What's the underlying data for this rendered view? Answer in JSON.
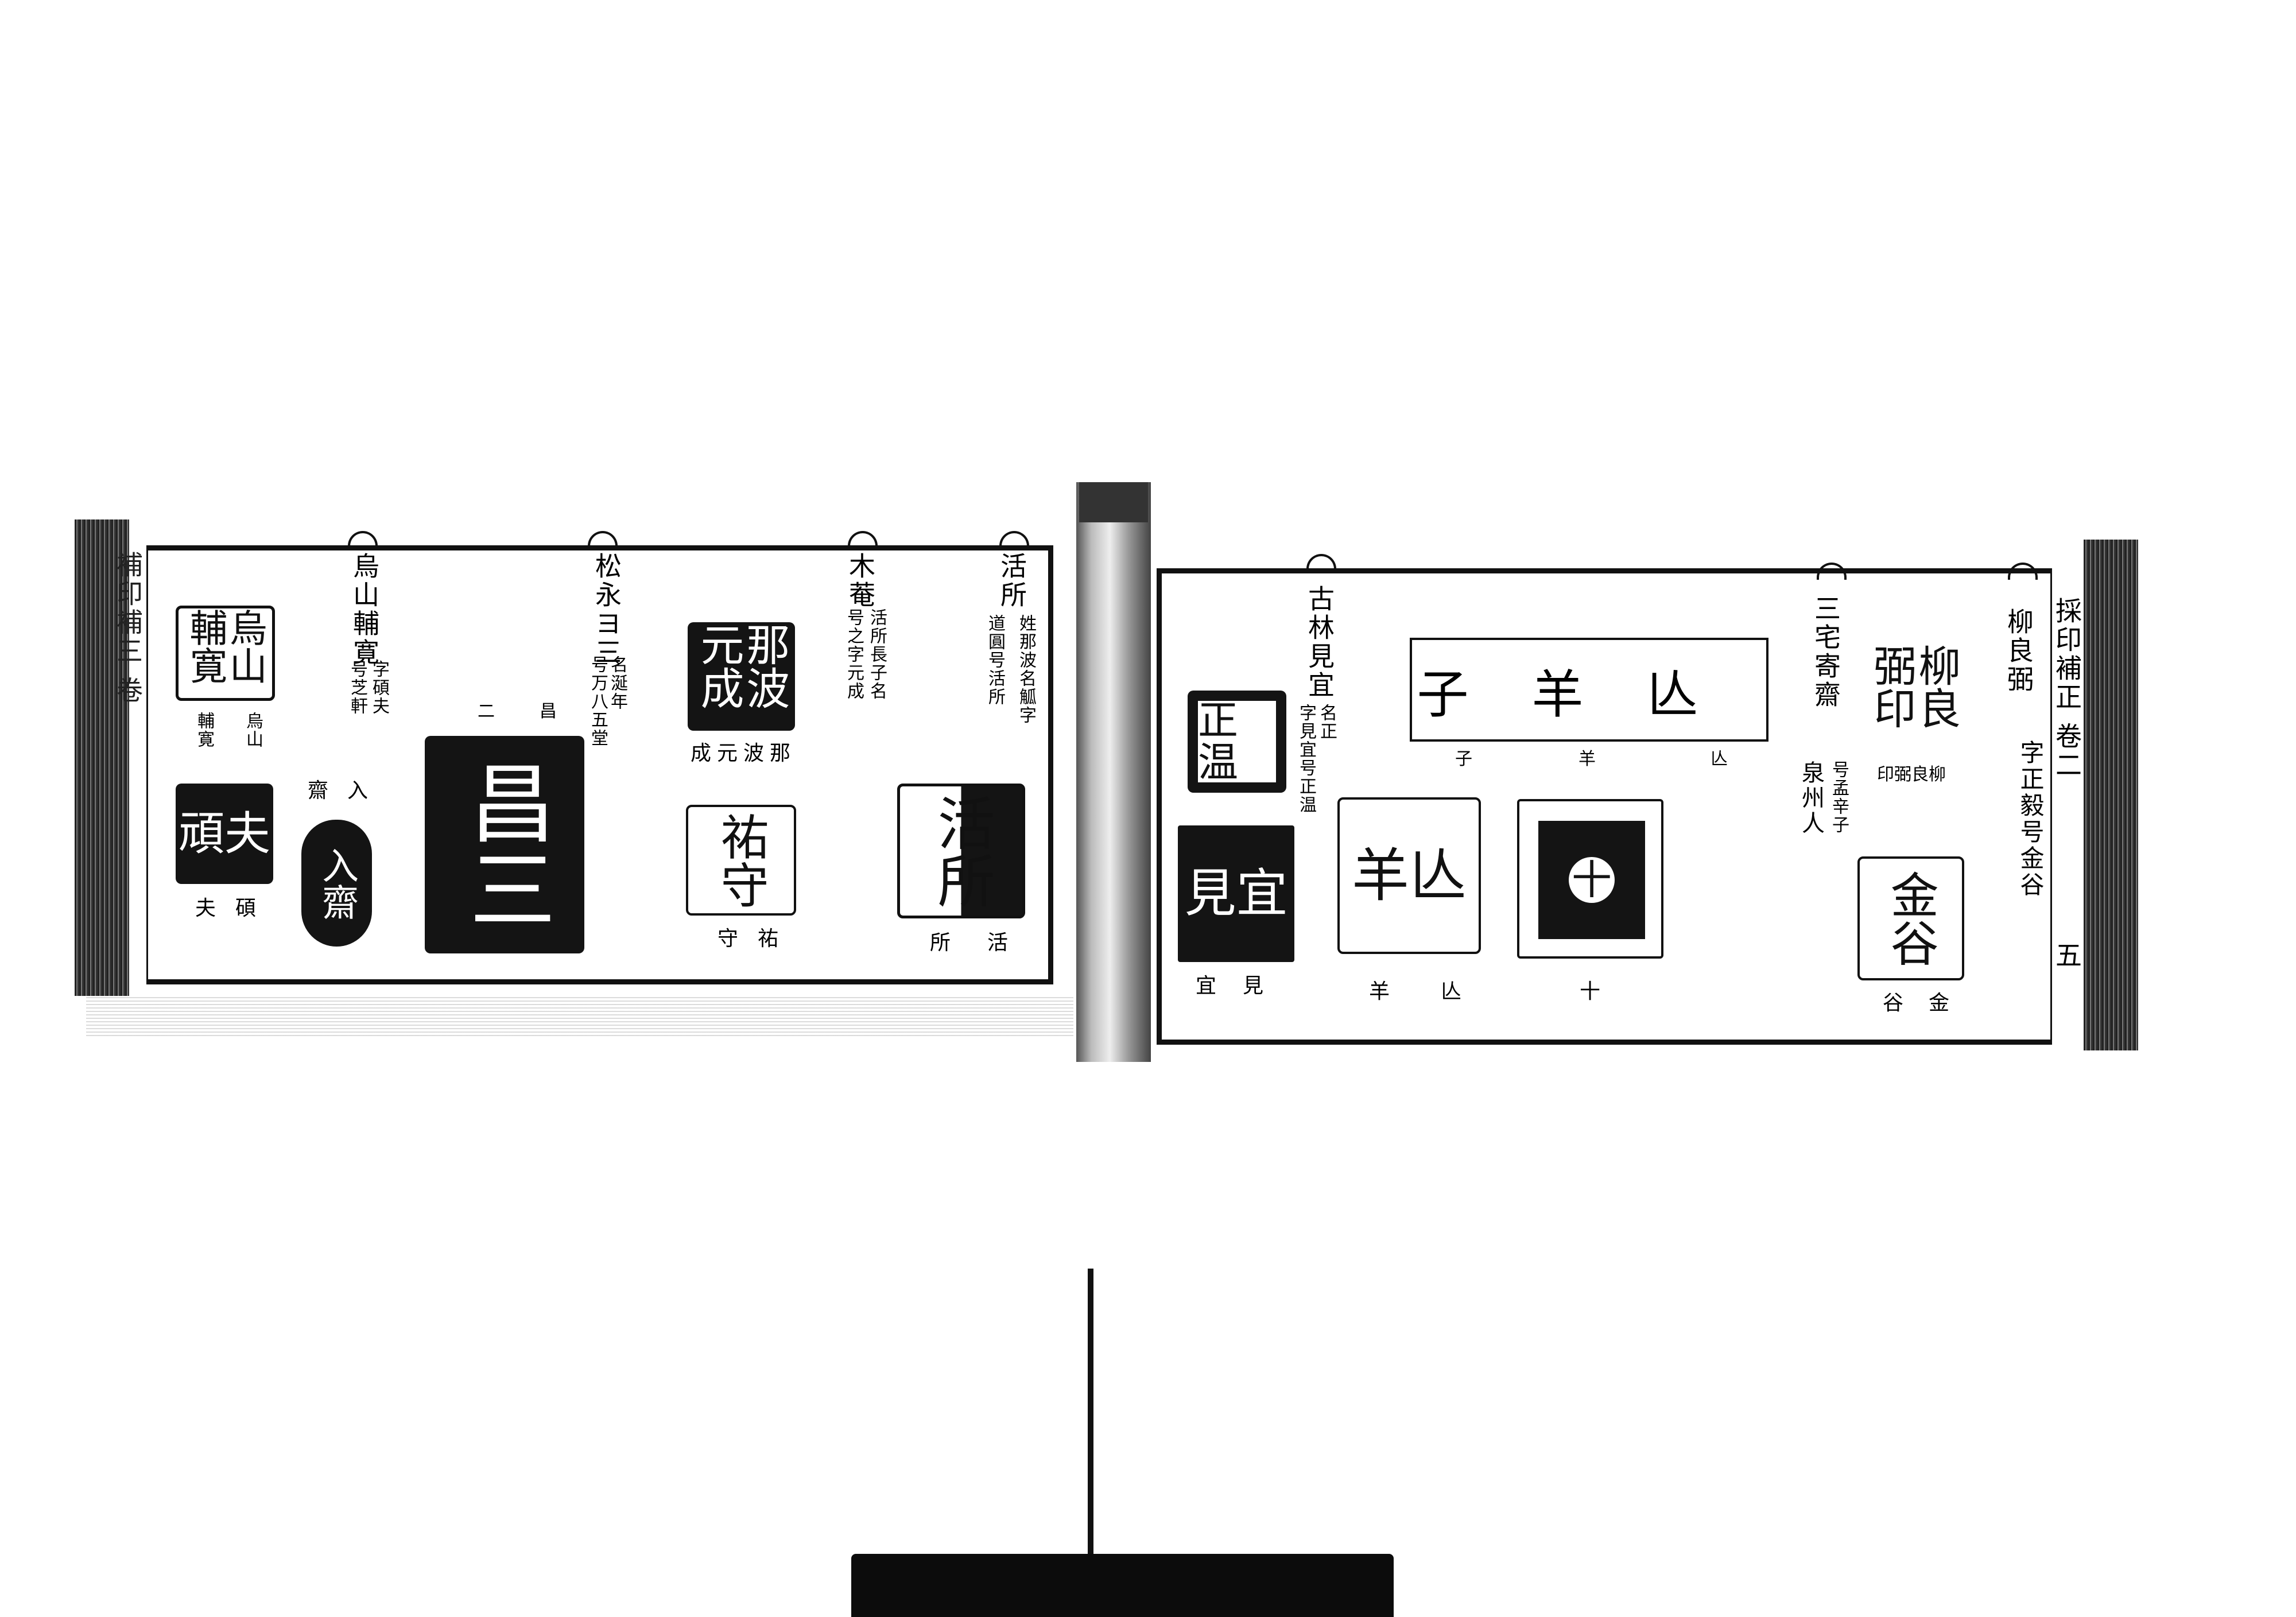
{
  "left_page": {
    "margin_title": "補印補三 卷",
    "entries": [
      {
        "name": "烏山輔寛",
        "note_a": "字碩夫",
        "note_b": "号芝軒"
      },
      {
        "name": "松永ヨ三",
        "note_a": "名涎年",
        "note_b": "号万八五堂"
      },
      {
        "name": "木菴",
        "note_a": "活所長子名",
        "note_b": "号之字元成"
      },
      {
        "name": "活所",
        "note_a": "姓那波名觚字",
        "note_b": "道圓号活所"
      }
    ],
    "seals": [
      {
        "text": "烏山輔寛",
        "label_a": "烏山",
        "label_b": "輔寛"
      },
      {
        "text": "頑夫",
        "label_a": "碩",
        "label_b": "夫"
      },
      {
        "text": "入齋",
        "label_a": "入",
        "label_b": "齋"
      },
      {
        "text": "昌三",
        "label_a": "昌",
        "label_b": "二"
      },
      {
        "text": "那波元成",
        "label": "成元波那"
      },
      {
        "text": "祐守",
        "label_a": "祐",
        "label_b": "守"
      },
      {
        "text": "活所",
        "label_a": "活",
        "label_b": "所"
      }
    ]
  },
  "right_page": {
    "margin_title": "採印補正 卷二",
    "page_number": "五",
    "entries": [
      {
        "name": "古林見宜",
        "note_a": "名正",
        "note_b": "字見宜号正温"
      },
      {
        "name": "三宅寄齋",
        "note_a": "号孟辛子",
        "note_b": "泉州人"
      },
      {
        "name": "柳良弼",
        "note_a": "字正毅号金谷"
      }
    ],
    "seals": [
      {
        "text": "正温"
      },
      {
        "text": "見宜",
        "label_a": "宜",
        "label_b": "見"
      },
      {
        "text": "子羊亾",
        "label_a": "子",
        "label_b": "羊",
        "label_c": "亾"
      },
      {
        "text": "羊亾",
        "label_a": "羊",
        "label_b": "亾"
      },
      {
        "text": "十",
        "label": "十"
      },
      {
        "text": "柳良弼印",
        "label": "印弼良柳"
      },
      {
        "text": "金谷",
        "label_a": "谷",
        "label_b": "金"
      }
    ]
  }
}
